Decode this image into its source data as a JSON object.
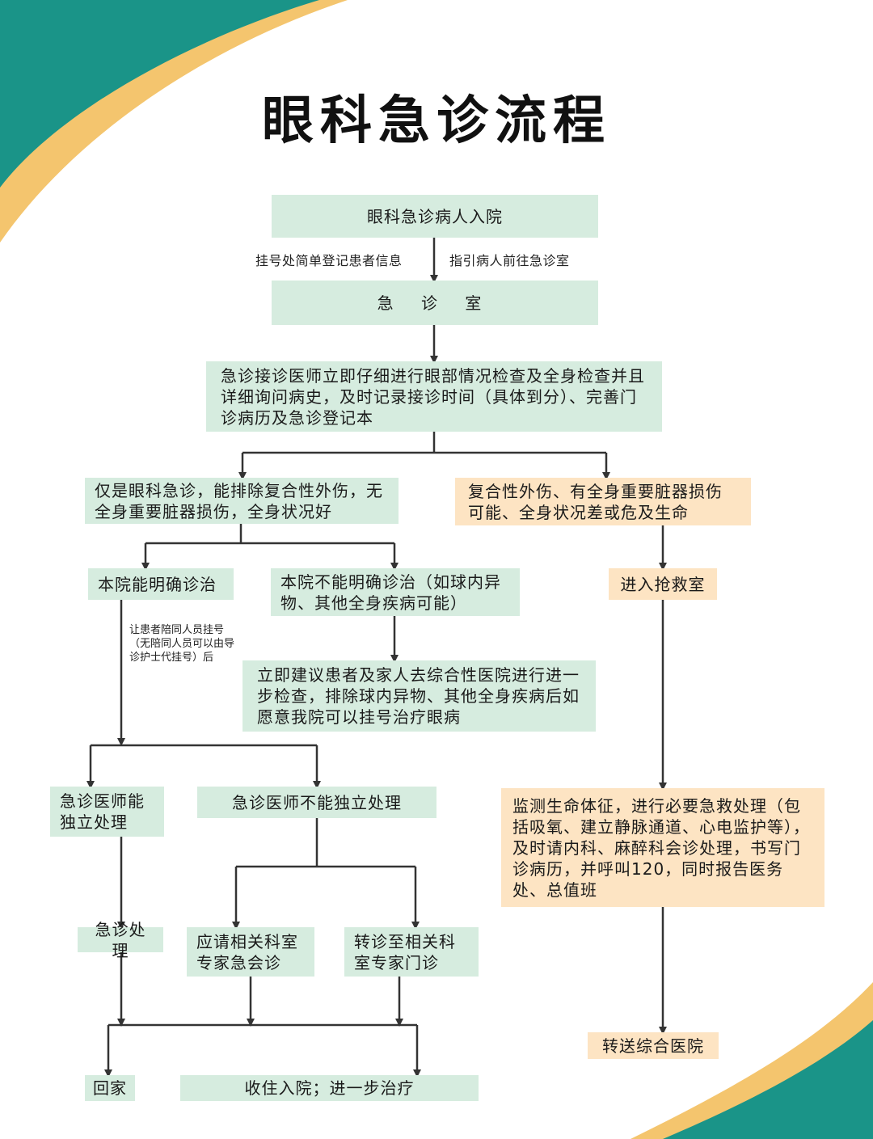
{
  "title": "眼科急诊流程",
  "colors": {
    "teal": "#1a9488",
    "gold": "#f4c56e",
    "green_box": "#d6ecdf",
    "orange_box": "#fde4c3",
    "line": "#333333"
  },
  "steps": {
    "admit": "眼科急诊病人入院",
    "register_note": "挂号处简单登记患者信息",
    "guide_note": "指引病人前往急诊室",
    "er_room": "急 诊 室",
    "initial_exam": "急诊接诊医师立即仔细进行眼部情况检查及全身检查并且详细询问病史，及时记录接诊时间（具体到分）、完善门诊病历及急诊登记本",
    "eye_only": "仅是眼科急诊，能排除复合性外伤，无全身重要脏器损伤，全身状况好",
    "compound": "复合性外伤、有全身重要脏器损伤可能、全身状况差或危及生命",
    "can_diagnose": "本院能明确诊治",
    "cannot_diagnose": "本院不能明确诊治（如球内异物、其他全身疾病可能）",
    "refer_suggest": "立即建议患者及家人去综合性医院进行进一步检查，排除球内异物、其他全身疾病后如愿意我院可以挂号治疗眼病",
    "register_companion": "让患者陪同人员挂号（无陪同人员可以由导诊护士代挂号）后",
    "rescue_room": "进入抢救室",
    "monitor": "监测生命体征，进行必要急救处理（包括吸氧、建立静脉通道、心电监护等），及时请内科、麻醉科会诊处理，书写门诊病历，并呼叫120，同时报告医务处、总值班",
    "can_handle": "急诊医师能独立处理",
    "cannot_handle": "急诊医师不能独立处理",
    "emergency_treat": "急诊处理",
    "consult": "应请相关科室专家急会诊",
    "transfer_dept": "转诊至相关科室专家门诊",
    "go_home": "回家",
    "hospitalize": "收住入院；进一步治疗",
    "transfer_hospital": "转送综合医院"
  }
}
